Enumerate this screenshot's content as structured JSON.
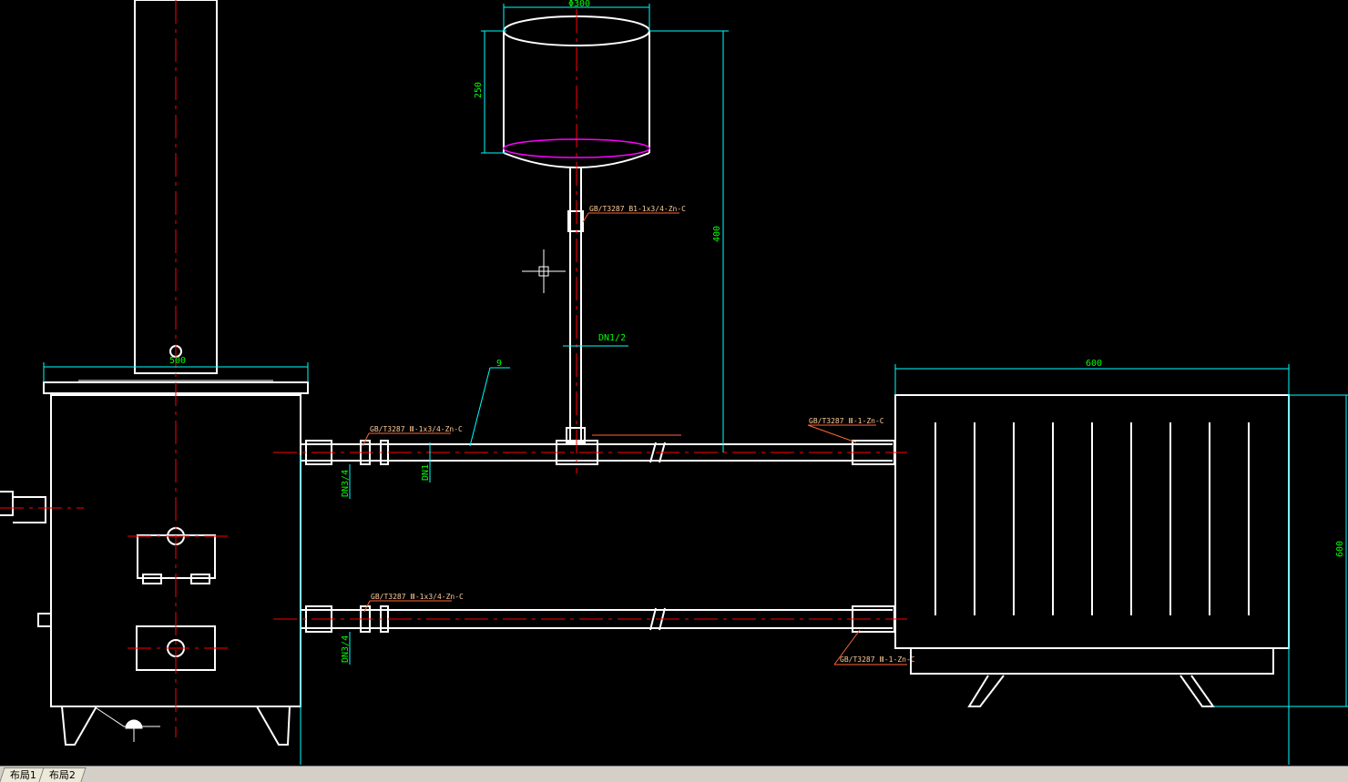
{
  "drawing": {
    "colors": {
      "background": "#000000",
      "geometry": "#ffffff",
      "centerline": "#ff0000",
      "dimension": "#00ffff",
      "dimension_text": "#00ff00",
      "leader": "#ff6633",
      "annotation_text": "#ffcc99",
      "tank_bottom": "#ff00ff"
    },
    "dims": {
      "tank_diameter": "Φ300",
      "tank_height": "250",
      "tank_elevation": "400",
      "stove_width": "500",
      "radiator_width": "600",
      "radiator_height": "600",
      "item_nine": "9"
    },
    "labels": {
      "supply_left_fitting": "GB/T3287 Ⅲ-1x3/4-Zn-C",
      "tank_tee": "GB/T3287  B1-1x3/4-Zn-C",
      "supply_right_fitting": "GB/T3287 Ⅲ-1-Zn-C",
      "return_left_fitting": "GB/T3287 Ⅲ-1x3/4-Zn-C",
      "return_right_fitting": "GB/T3287 Ⅲ-1-Zn-C",
      "expansion_pipe": "DN1/2",
      "supply_pipe": "DN1",
      "supply_outlet": "DN3/4",
      "return_inlet": "DN3/4"
    }
  },
  "tabs": [
    {
      "label": "布局1"
    },
    {
      "label": "布局2"
    }
  ]
}
